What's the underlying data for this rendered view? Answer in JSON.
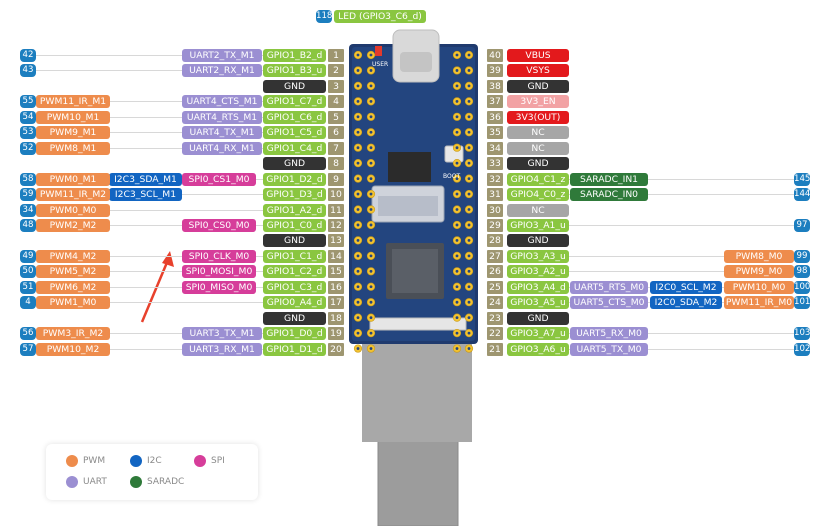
{
  "led_label": "LED (GPIO3_C6_d)",
  "led_pin": "118",
  "left_rows": [
    {
      "pin": "1",
      "gpio": "GPIO1_B2_d",
      "uart": "UART2_TX_M1",
      "num": "42"
    },
    {
      "pin": "2",
      "gpio": "GPIO1_B3_u",
      "uart": "UART2_RX_M1",
      "num": "43"
    },
    {
      "pin": "3",
      "gnd": "GND"
    },
    {
      "pin": "4",
      "gpio": "GPIO1_C7_d",
      "uart": "UART4_CTS_M1",
      "pwm": "PWM11_IR_M1",
      "num": "55"
    },
    {
      "pin": "5",
      "gpio": "GPIO1_C6_d",
      "uart": "UART4_RTS_M1",
      "pwm": "PWM10_M1",
      "num": "54"
    },
    {
      "pin": "6",
      "gpio": "GPIO1_C5_d",
      "uart": "UART4_TX_M1",
      "pwm": "PWM9_M1",
      "num": "53"
    },
    {
      "pin": "7",
      "gpio": "GPIO1_C4_d",
      "uart": "UART4_RX_M1",
      "pwm": "PWM8_M1",
      "num": "52"
    },
    {
      "pin": "8",
      "gnd": "GND"
    },
    {
      "pin": "9",
      "gpio": "GPIO1_D2_d",
      "spi": "SPI0_CS1_M0",
      "i2c": "I2C3_SDA_M1",
      "pwm": "PWM0_M1",
      "num": "58"
    },
    {
      "pin": "10",
      "gpio": "GPIO1_D3_d",
      "i2c": "I2C3_SCL_M1",
      "pwm": "PWM11_IR_M2",
      "num": "59"
    },
    {
      "pin": "11",
      "gpio": "GPIO1_A2_d",
      "pwm": "PWM0_M0",
      "num": "34"
    },
    {
      "pin": "12",
      "gpio": "GPIO1_C0_d",
      "spi": "SPI0_CS0_M0",
      "pwm": "PWM2_M2",
      "num": "48"
    },
    {
      "pin": "13",
      "gnd": "GND"
    },
    {
      "pin": "14",
      "gpio": "GPIO1_C1_d",
      "spi": "SPI0_CLK_M0",
      "pwm": "PWM4_M2",
      "num": "49"
    },
    {
      "pin": "15",
      "gpio": "GPIO1_C2_d",
      "spi": "SPI0_MOSI_M0",
      "pwm": "PWM5_M2",
      "num": "50"
    },
    {
      "pin": "16",
      "gpio": "GPIO1_C3_d",
      "spi": "SPI0_MISO_M0",
      "pwm": "PWM6_M2",
      "num": "51"
    },
    {
      "pin": "17",
      "gpio": "GPIO0_A4_d",
      "pwm": "PWM1_M0",
      "num": "4"
    },
    {
      "pin": "18",
      "gnd": "GND"
    },
    {
      "pin": "19",
      "gpio": "GPIO1_D0_d",
      "uart": "UART3_TX_M1",
      "pwm": "PWM3_IR_M2",
      "num": "56"
    },
    {
      "pin": "20",
      "gpio": "GPIO1_D1_d",
      "uart": "UART3_RX_M1",
      "pwm": "PWM10_M2",
      "num": "57"
    }
  ],
  "right_rows": [
    {
      "pin": "40",
      "pwr": "VBUS",
      "style": "red"
    },
    {
      "pin": "39",
      "pwr": "VSYS",
      "style": "red"
    },
    {
      "pin": "38",
      "gnd": "GND"
    },
    {
      "pin": "37",
      "pwr": "3V3_EN",
      "style": "pink"
    },
    {
      "pin": "36",
      "pwr": "3V3(OUT)",
      "style": "red"
    },
    {
      "pin": "35",
      "pwr": "NC",
      "style": "nc"
    },
    {
      "pin": "34",
      "pwr": "NC",
      "style": "nc"
    },
    {
      "pin": "33",
      "gnd": "GND"
    },
    {
      "pin": "32",
      "gpio": "GPIO4_C1_z",
      "sar": "SARADC_IN1",
      "num": "145"
    },
    {
      "pin": "31",
      "gpio": "GPIO4_C0_z",
      "sar": "SARADC_IN0",
      "num": "144"
    },
    {
      "pin": "30",
      "pwr": "NC",
      "style": "nc"
    },
    {
      "pin": "29",
      "gpio": "GPIO3_A1_u",
      "num": "97"
    },
    {
      "pin": "28",
      "gnd": "GND"
    },
    {
      "pin": "27",
      "gpio": "GPIO3_A3_u",
      "pwm": "PWM8_M0",
      "num": "99"
    },
    {
      "pin": "26",
      "gpio": "GPIO3_A2_u",
      "pwm": "PWM9_M0",
      "num": "98"
    },
    {
      "pin": "25",
      "gpio": "GPIO3_A4_d",
      "uart": "UART5_RTS_M0",
      "i2c": "I2C0_SCL_M2",
      "pwm": "PWM10_M0",
      "num": "100"
    },
    {
      "pin": "24",
      "gpio": "GPIO3_A5_u",
      "uart": "UART5_CTS_M0",
      "i2c": "I2C0_SDA_M2",
      "pwm": "PWM11_IR_M0",
      "num": "101"
    },
    {
      "pin": "23",
      "gnd": "GND"
    },
    {
      "pin": "22",
      "gpio": "GPIO3_A7_u",
      "uart": "UART5_RX_M0",
      "num": "103"
    },
    {
      "pin": "21",
      "gpio": "GPIO3_A6_u",
      "uart": "UART5_TX_M0",
      "num": "102"
    }
  ],
  "board_text": {
    "user": "USER",
    "boot": "BOOT"
  },
  "legend": [
    {
      "label": "PWM",
      "color": "#ee8c4c"
    },
    {
      "label": "I2C",
      "color": "#1265c2"
    },
    {
      "label": "SPI",
      "color": "#d63d9a"
    },
    {
      "label": "UART",
      "color": "#9b8fd2"
    },
    {
      "label": "SARADC",
      "color": "#2f7a3a"
    }
  ]
}
